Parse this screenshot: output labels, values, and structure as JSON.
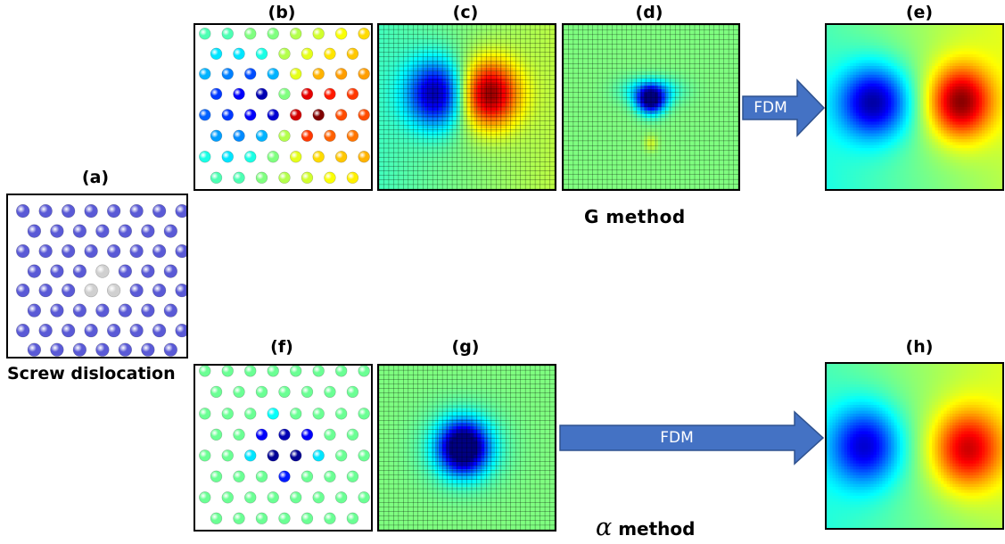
{
  "panels": {
    "a": {
      "label": "(a)",
      "caption": "Screw dislocation"
    },
    "b": {
      "label": "(b)"
    },
    "c": {
      "label": "(c)"
    },
    "d": {
      "label": "(d)"
    },
    "e": {
      "label": "(e)"
    },
    "f": {
      "label": "(f)"
    },
    "g": {
      "label": "(g)"
    },
    "h": {
      "label": "(h)"
    }
  },
  "methods": {
    "g_method": "G method",
    "alpha_method": {
      "symbol": "α",
      "text": " method"
    }
  },
  "arrows": {
    "top": "FDM",
    "bottom": "FDM"
  },
  "colors": {
    "atom_blue": "#5a5ad6",
    "atom_core": "#d0d0d0",
    "arrow_fill": "#4472c4",
    "arrow_stroke": "#2f528f",
    "jet_dark_blue": "#00008f",
    "jet_cyan": "#00ffff",
    "jet_green": "#80ff80",
    "jet_yellow": "#ffff00",
    "jet_dark_red": "#800000"
  }
}
